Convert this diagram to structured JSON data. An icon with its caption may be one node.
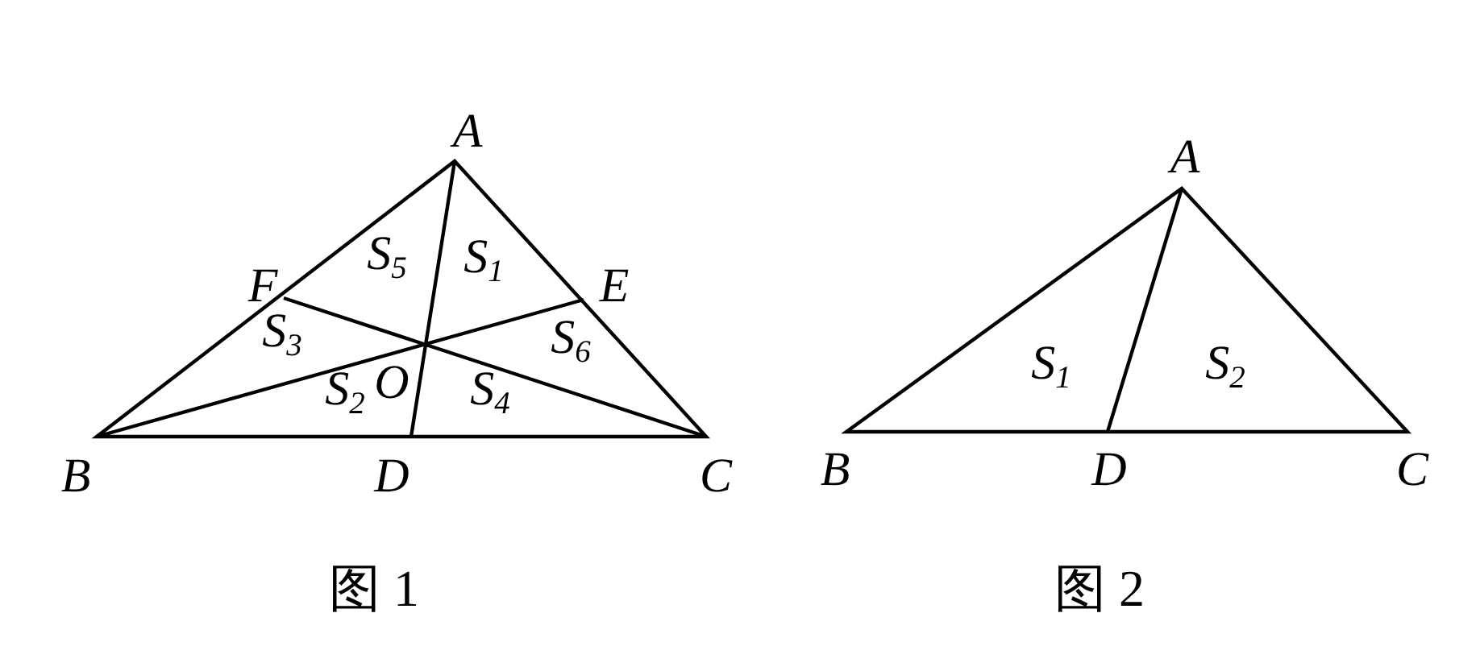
{
  "diagram": {
    "labels": [
      "A",
      "F",
      "S$_{5}$",
      "S$_{1}$",
      "E",
      "S$_{3}$",
      "S$_{6}$",
      "S$_{2}$",
      "O",
      "S$_{4}$",
      "B",
      "D",
      "C",
      "A",
      "S$_{1}$",
      "S$_{2}$",
      "B",
      "D",
      "C",
      "图 1",
      "图 2"
    ]
  }
}
